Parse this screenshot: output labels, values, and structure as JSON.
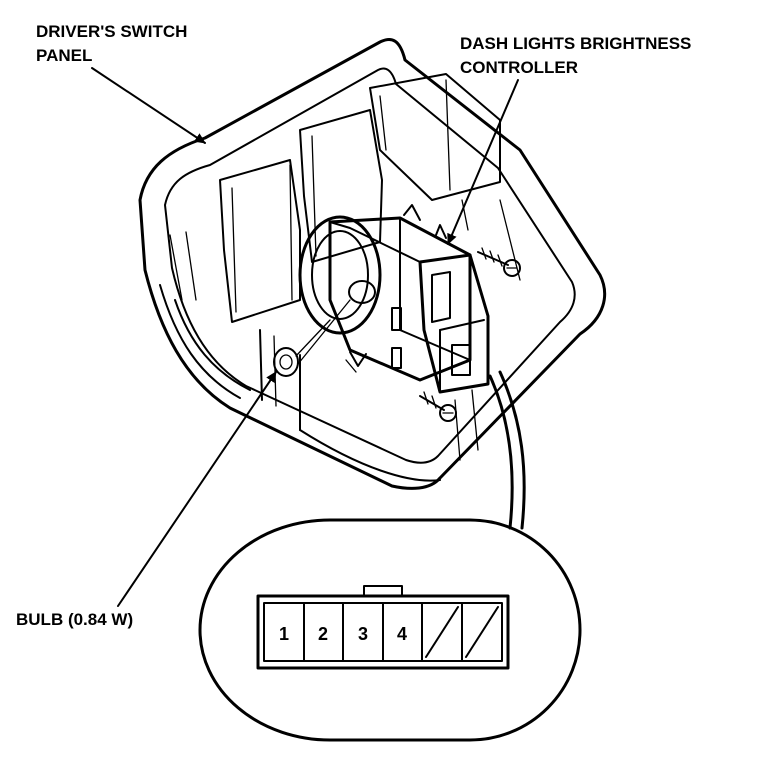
{
  "labels": {
    "panel_line1": "DRIVER'S SWITCH",
    "panel_line2": "PANEL",
    "controller_line1": "DASH LIGHTS BRIGHTNESS",
    "controller_line2": "CONTROLLER",
    "bulb": "BULB (0.84 W)"
  },
  "connector": {
    "pins": [
      "1",
      "2",
      "3",
      "4"
    ],
    "empty_cavities": 2
  }
}
